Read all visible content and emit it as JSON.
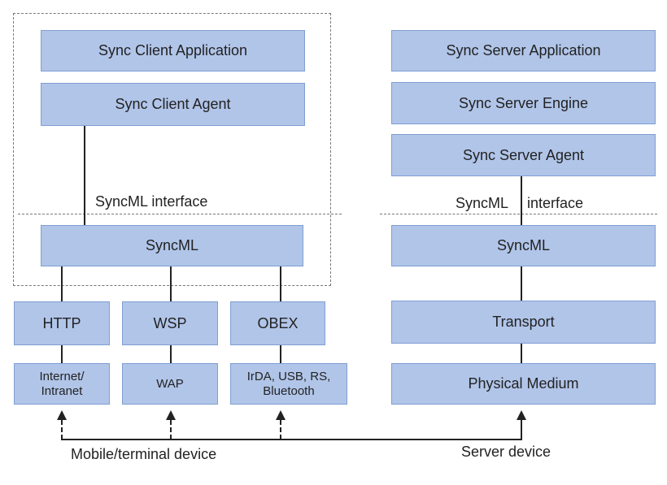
{
  "client": {
    "application": "Sync Client Application",
    "agent": "Sync Client Agent",
    "interface_label": "SyncML interface",
    "syncml": "SyncML",
    "transports": [
      "HTTP",
      "WSP",
      "OBEX"
    ],
    "media": [
      "Internet/ Intranet",
      "WAP",
      "IrDA, USB, RS, Bluetooth"
    ],
    "device_label": "Mobile/terminal device"
  },
  "server": {
    "application": "Sync Server Application",
    "engine": "Sync Server Engine",
    "agent": "Sync Server Agent",
    "interface_label_1": "SyncML",
    "interface_label_2": "interface",
    "syncml": "SyncML",
    "transport": "Transport",
    "medium": "Physical Medium",
    "device_label": "Server device"
  }
}
